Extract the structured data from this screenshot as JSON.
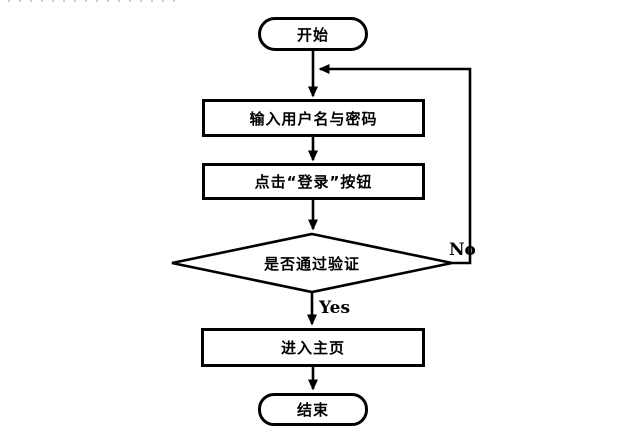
{
  "flowchart": {
    "nodes": {
      "start": {
        "type": "terminator",
        "label": "开始"
      },
      "input": {
        "type": "process",
        "label": "输入用户名与密码"
      },
      "click": {
        "type": "process",
        "label": "点击“登录”按钮"
      },
      "decision": {
        "type": "decision",
        "label": "是否通过验证"
      },
      "home": {
        "type": "process",
        "label": "进入主页"
      },
      "end": {
        "type": "terminator",
        "label": "结束"
      }
    },
    "edge_labels": {
      "yes": "Yes",
      "no": "No"
    }
  },
  "colors": {
    "stroke": "#000000",
    "background": "#ffffff"
  }
}
